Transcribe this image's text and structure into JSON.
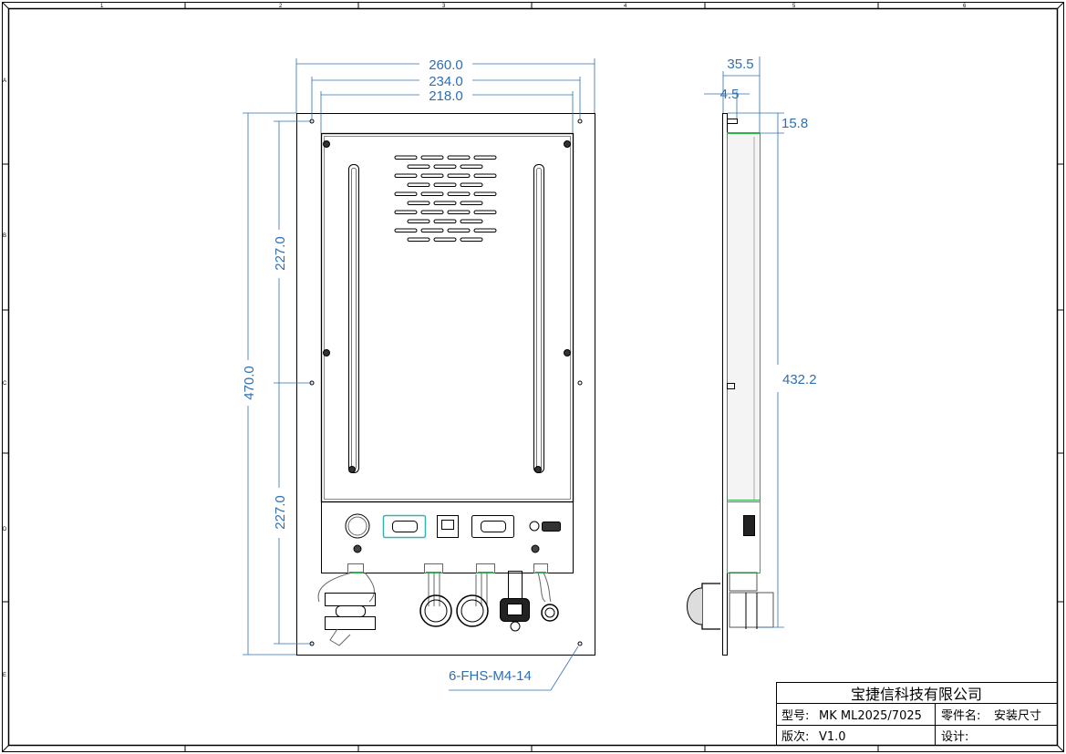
{
  "colors": {
    "dimension": "#2f6fb0",
    "line": "#000000",
    "pcb": "#2bb24c",
    "highlight": "#35b3b3"
  },
  "border": {
    "columns": [
      "1",
      "2",
      "3",
      "4",
      "5",
      "6"
    ],
    "rows": [
      "A",
      "B",
      "C",
      "D",
      "E"
    ]
  },
  "front_view": {
    "dimensions": {
      "overall_width": "260.0",
      "hole_spacing_width": "234.0",
      "panel_width": "218.0",
      "overall_height": "470.0",
      "upper_hole_spacing": "227.0",
      "lower_hole_spacing": "227.0"
    },
    "hole_callout": "6-FHS-M4-14"
  },
  "side_view": {
    "dimensions": {
      "depth": "35.5",
      "stud_length": "4.5",
      "offset": "15.8",
      "body_height": "432.2"
    }
  },
  "title_block": {
    "company": "宝捷信科技有限公司",
    "model_label": "型号:",
    "model_value": "MK ML2025/7025",
    "part_name_label": "零件名:",
    "part_name_value": "安装尺寸",
    "version_label": "版次:",
    "version_value": "V1.0",
    "designer_label": "设计:",
    "designer_value": ""
  }
}
